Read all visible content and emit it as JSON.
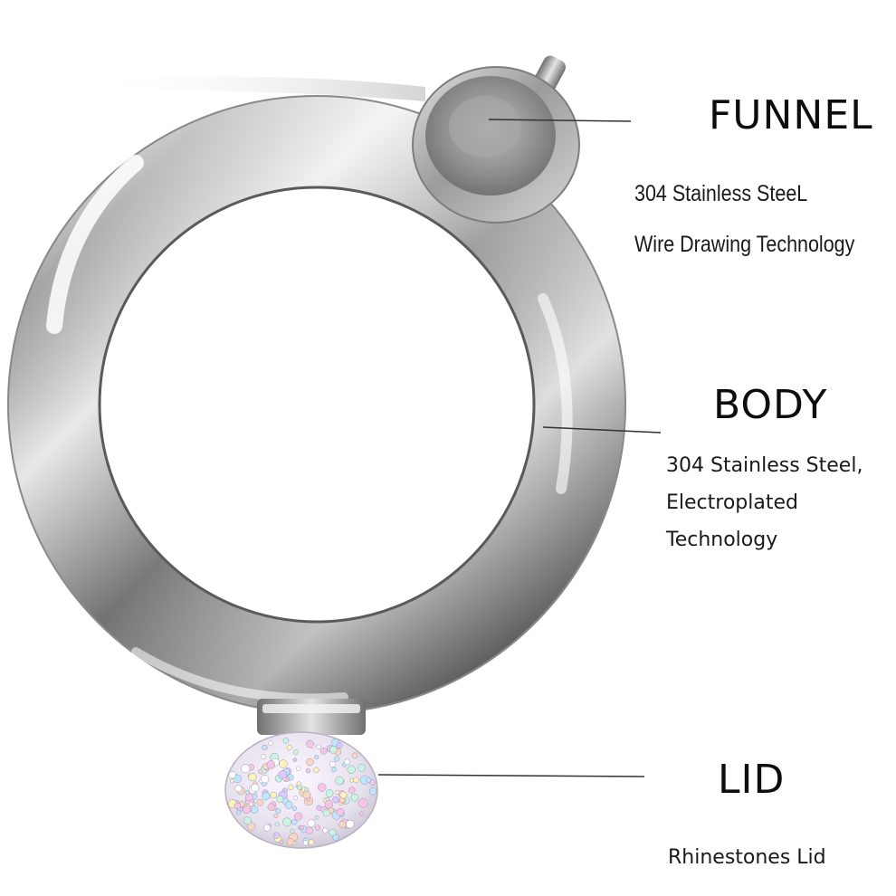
{
  "funnel": {
    "title": "FUNNEL",
    "lines": [
      "304 Stainless SteeL",
      "Wire Drawing Technology"
    ]
  },
  "body": {
    "title": "BODY",
    "lines": [
      "304 Stainless Steel,",
      "Electroplated",
      "Technology"
    ]
  },
  "lid": {
    "title": "LID",
    "lines": [
      "Rhinestones Lid"
    ]
  },
  "colors": {
    "background": "#ffffff",
    "steel_dark": "#5e5e5e",
    "steel_mid": "#a9a9a9",
    "steel_light": "#f2f2f2",
    "text": "#111111",
    "leader_line": "#333333"
  }
}
